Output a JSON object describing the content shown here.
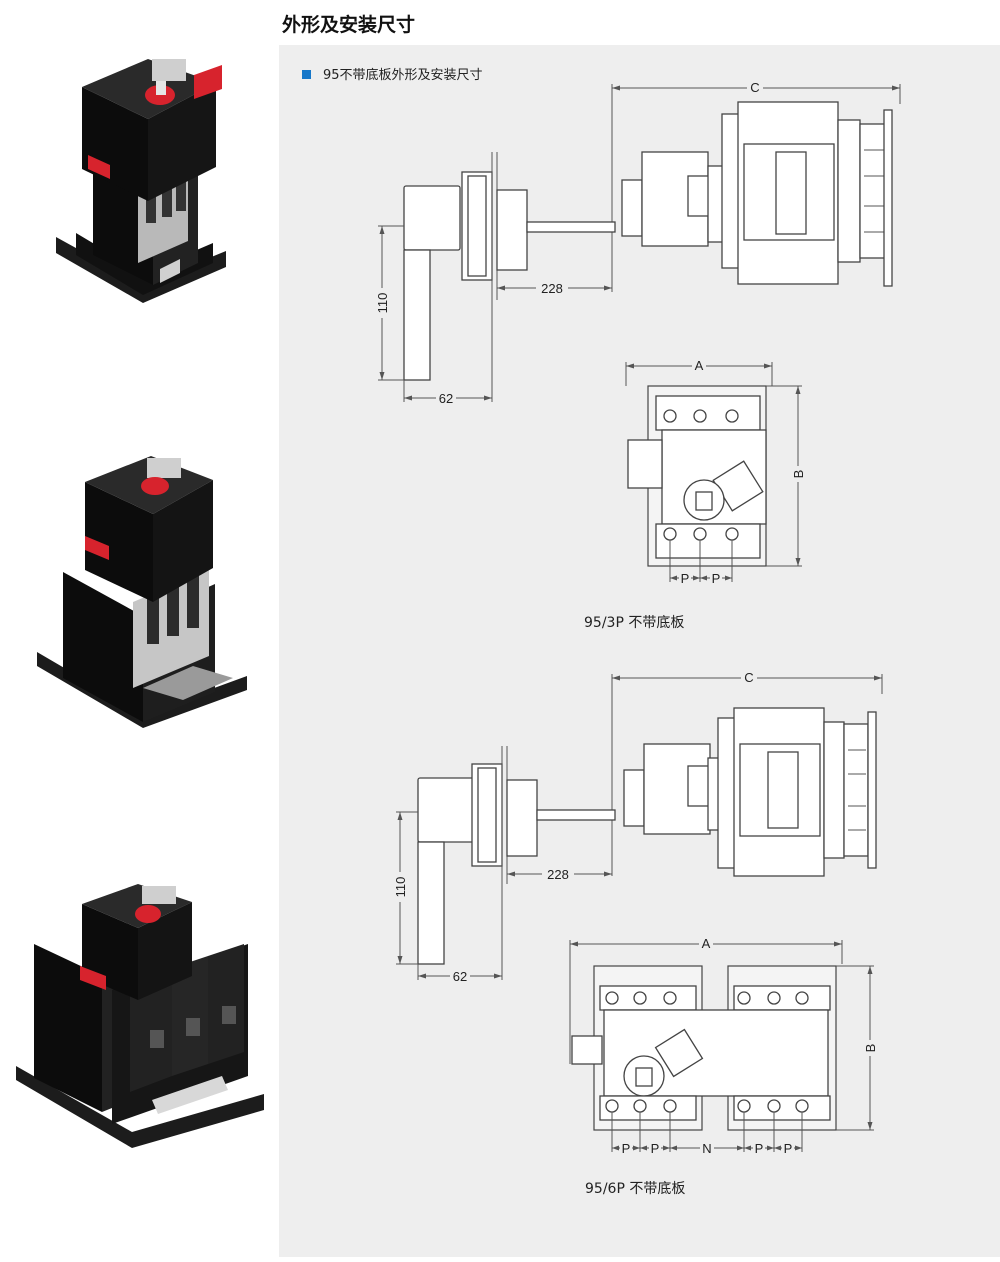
{
  "header": {
    "title": "外形及安装尺寸"
  },
  "section": {
    "label": "95不带底板外形及安装尺寸"
  },
  "drawings": {
    "side1": {
      "c": "C",
      "shaft": "228",
      "height": "110",
      "width": "62"
    },
    "front3p": {
      "a": "A",
      "b": "B",
      "p1": "P",
      "p2": "P",
      "caption": "95/3P  不带底板"
    },
    "side2": {
      "c": "C",
      "shaft": "228",
      "height": "110",
      "width": "62"
    },
    "front6p": {
      "a": "A",
      "b": "B",
      "p1": "P",
      "p2": "P",
      "n": "N",
      "p3": "P",
      "p4": "P",
      "caption": "95/6P 不带底板"
    }
  },
  "colors": {
    "accent": "#1677c9",
    "handle_red": "#d7232d",
    "panel_bg": "#eeeeee"
  }
}
